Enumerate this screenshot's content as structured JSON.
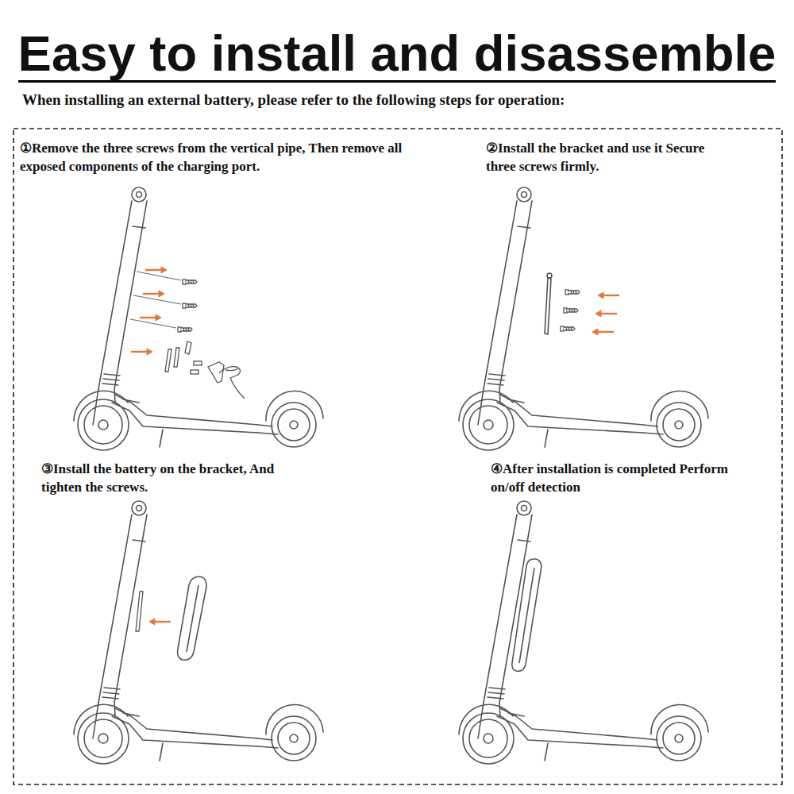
{
  "diagram": {
    "title": "Easy to install and disassemble",
    "labels": [
      "When installing an external battery, please refer to the following steps for operation:",
      "①Remove the three screws from the vertical pipe, Then remove all exposed components of the charging port.",
      "②Install the bracket and use it Secure three screws firmly.",
      "③Install the battery on the bracket, And tighten the screws.",
      "④After installation is completed Perform on/off detection"
    ]
  }
}
